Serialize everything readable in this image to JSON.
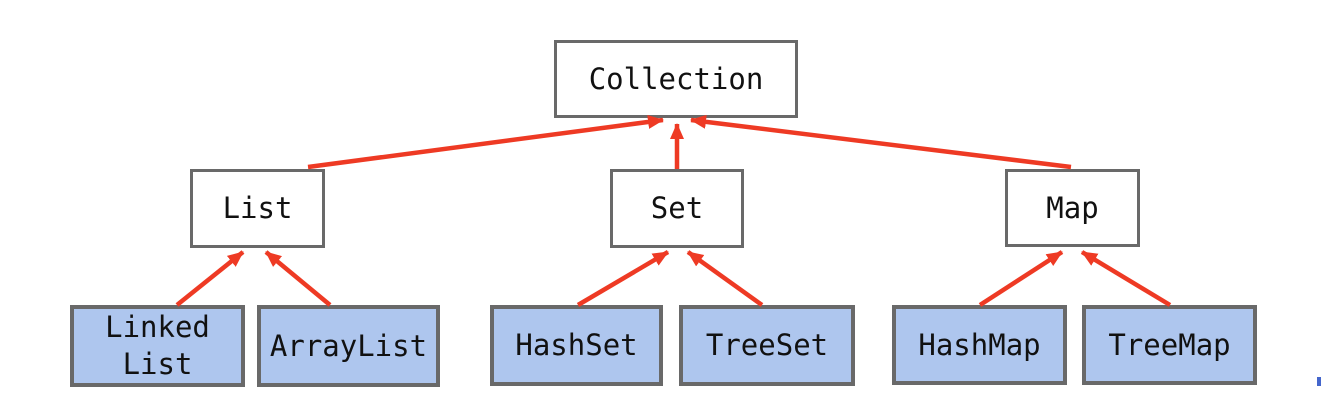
{
  "diagram_type": "class-hierarchy",
  "nodes": {
    "collection": {
      "label": "Collection",
      "kind": "interface"
    },
    "list": {
      "label": "List",
      "kind": "interface"
    },
    "set": {
      "label": "Set",
      "kind": "interface"
    },
    "map": {
      "label": "Map",
      "kind": "interface"
    },
    "linkedlist": {
      "label": "Linked List",
      "line1": "Linked",
      "line2": "List",
      "kind": "implementation"
    },
    "arraylist": {
      "label": "ArrayList",
      "kind": "implementation"
    },
    "hashset": {
      "label": "HashSet",
      "kind": "implementation"
    },
    "treeset": {
      "label": "TreeSet",
      "kind": "implementation"
    },
    "hashmap": {
      "label": "HashMap",
      "kind": "implementation"
    },
    "treemap": {
      "label": "TreeMap",
      "kind": "implementation"
    }
  },
  "edges": [
    {
      "from": "List",
      "to": "Collection"
    },
    {
      "from": "Set",
      "to": "Collection"
    },
    {
      "from": "Map",
      "to": "Collection"
    },
    {
      "from": "Linked List",
      "to": "List"
    },
    {
      "from": "ArrayList",
      "to": "List"
    },
    {
      "from": "HashSet",
      "to": "Set"
    },
    {
      "from": "TreeSet",
      "to": "Set"
    },
    {
      "from": "HashMap",
      "to": "Map"
    },
    {
      "from": "TreeMap",
      "to": "Map"
    }
  ],
  "colors": {
    "bg": "#ffffff",
    "interface-fill": "#ffffff",
    "leaf-fill": "#aec6ee",
    "node-border": "#696969",
    "arrow": "#ee3a24",
    "text": "#111111",
    "stray": "#4466cc"
  }
}
